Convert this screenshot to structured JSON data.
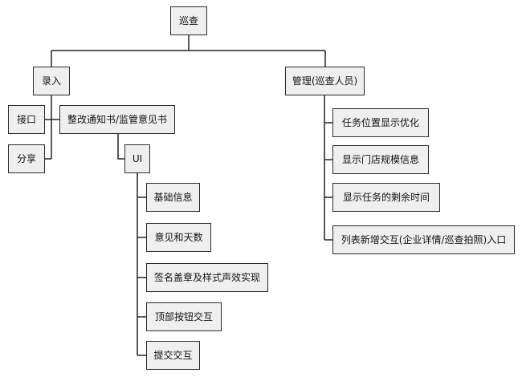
{
  "diagram": {
    "root": "巡查",
    "entry": {
      "label": "录入",
      "interface": "接口",
      "share": "分享",
      "notice": {
        "label": "整改通知书/监管意见书",
        "ui": {
          "label": "UI",
          "items": [
            "基础信息",
            "意见和天数",
            "签名盖章及样式声效实现",
            "顶部按钮交互",
            "提交交互"
          ]
        }
      }
    },
    "management": {
      "label": "管理(巡查人员)",
      "items": [
        "任务位置显示优化",
        "显示门店规模信息",
        "显示任务的剩余时间",
        "列表新增交互(企业详情/巡查拍照)入口"
      ]
    }
  },
  "colors": {
    "node_fill": "#efefef",
    "node_border": "#2b2b2b",
    "line": "#222222"
  }
}
